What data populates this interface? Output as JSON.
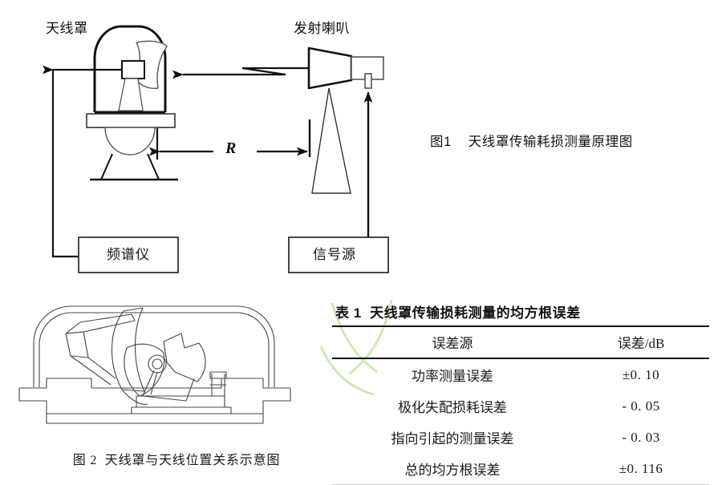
{
  "figure1": {
    "caption": "图1    天线罩传输耗损测量原理图",
    "labels": {
      "radome": "天线罩",
      "horn": "发射喇叭",
      "distance": "R"
    },
    "boxes": {
      "spectrum_analyzer": "频谱仪",
      "signal_source": "信号源"
    }
  },
  "figure2": {
    "caption": "图 2  天线罩与天线位置关系示意图"
  },
  "table1": {
    "title": "表 1  天线罩传输损耗测量的均方根误差",
    "columns": [
      "误差源",
      "误差/dB"
    ],
    "rows": [
      {
        "source": "功率测量误差",
        "value": "±0. 10"
      },
      {
        "source": "极化失配损耗误差",
        "value": "- 0. 05"
      },
      {
        "source": "指向引起的测量误差",
        "value": "- 0. 03"
      },
      {
        "source": "总的均方根误差",
        "value": "±0. 116"
      }
    ]
  },
  "colors": {
    "ink": "#0d0d0d",
    "rule": "#111111",
    "thin_line": "#555555",
    "watermark": "#cfe7b8",
    "background": "#ffffff"
  }
}
